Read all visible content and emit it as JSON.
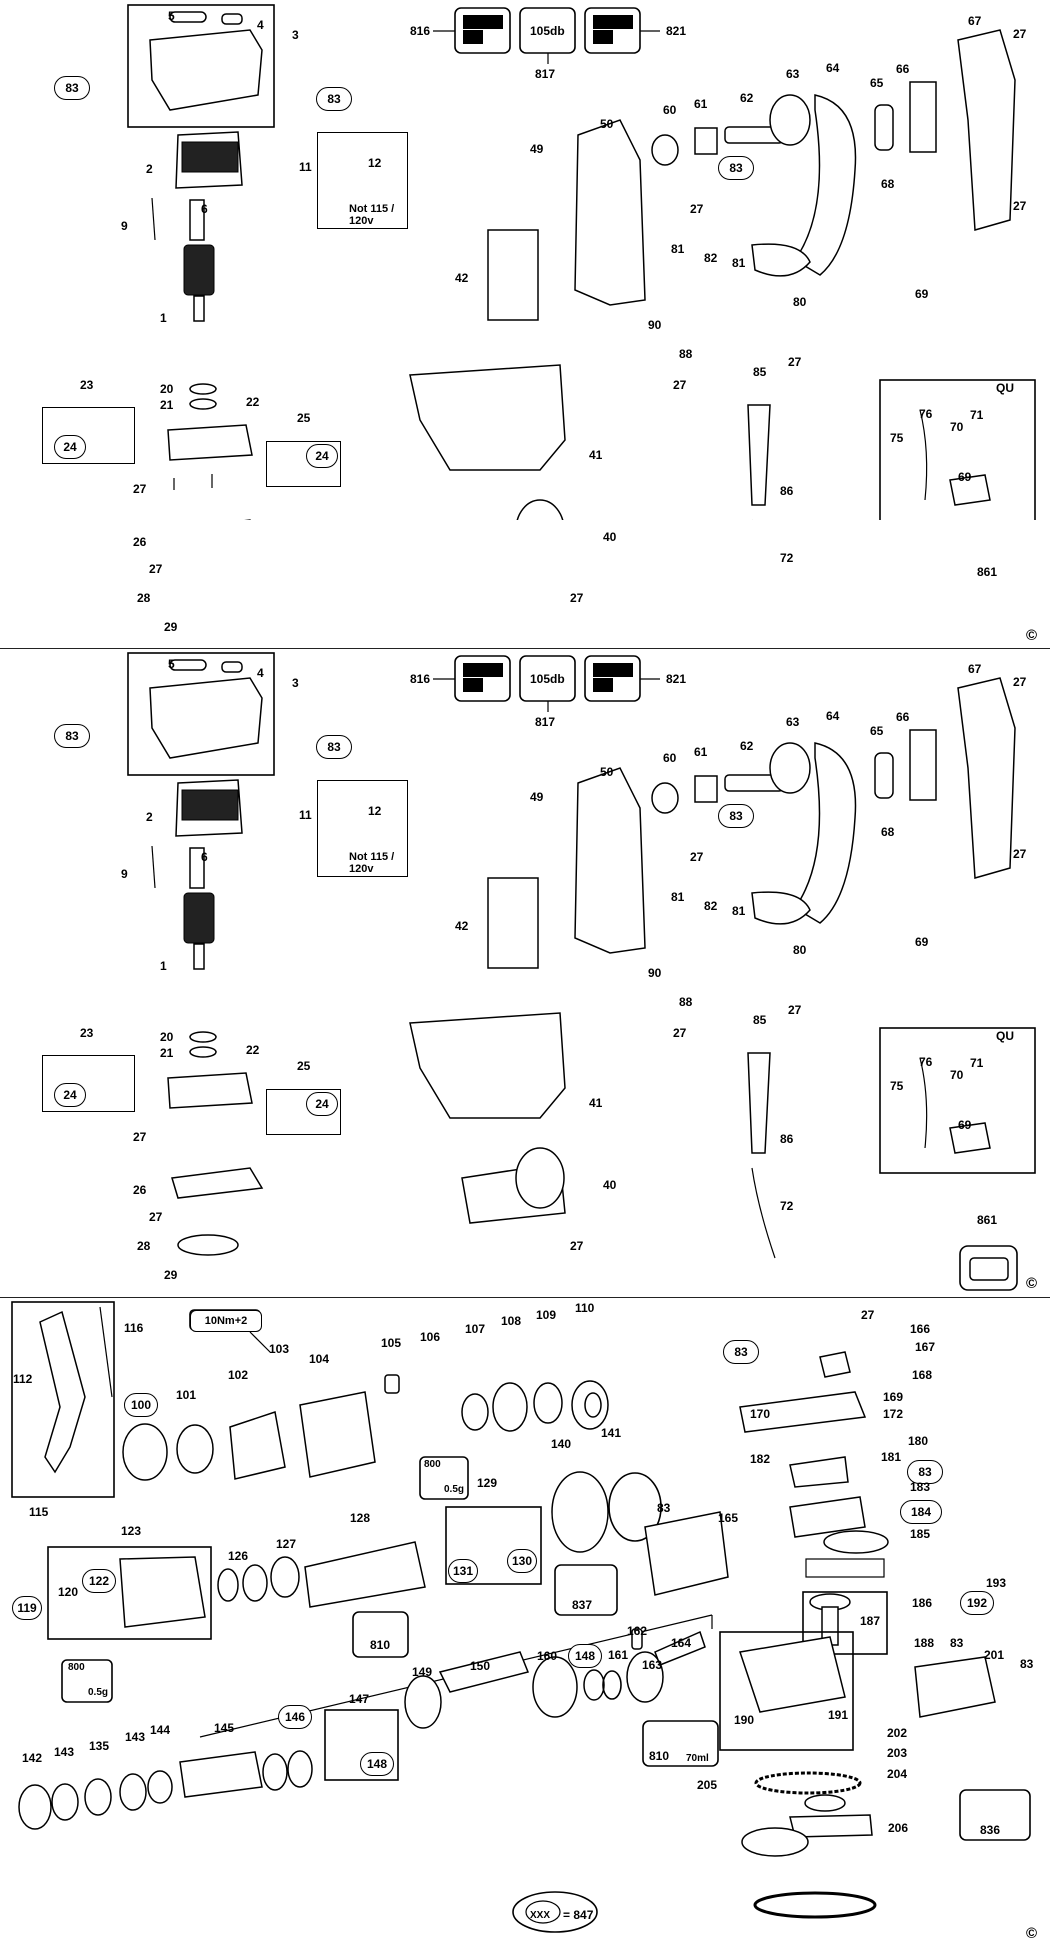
{
  "copyright_symbol": "©",
  "top": {
    "labels": {
      "p5": "5",
      "p4": "4",
      "p3": "3",
      "p83a": "83",
      "p83b": "83",
      "p2": "2",
      "p11": "11",
      "p12": "12",
      "p9": "9",
      "p6": "6",
      "p1": "1",
      "p20": "20",
      "p21": "21",
      "p22": "22",
      "p23": "23",
      "p24a": "24",
      "p25": "25",
      "p24b": "24",
      "p27a": "27",
      "p26": "26",
      "p27b": "27",
      "p28": "28",
      "p29": "29",
      "p816": "816",
      "p105db": "105db",
      "p821": "821",
      "p817": "817",
      "p49": "49",
      "p50": "50",
      "p60": "60",
      "p61": "61",
      "p62": "62",
      "p63": "63",
      "p64": "64",
      "p65": "65",
      "p66": "66",
      "p67": "67",
      "p27c": "27",
      "p83c": "83",
      "p27d": "27",
      "p68": "68",
      "p27e": "27",
      "p42": "42",
      "p81a": "81",
      "p82": "82",
      "p81b": "81",
      "p80": "80",
      "p69": "69",
      "p90": "90",
      "p88": "88",
      "p27f": "27",
      "p85": "85",
      "p27g": "27",
      "p41": "41",
      "p86": "86",
      "p40": "40",
      "p72": "72",
      "p27h": "27",
      "pqu": "QU",
      "p76": "76",
      "p70": "70",
      "p71": "71",
      "p75": "75",
      "p69b": "69",
      "p861": "861"
    },
    "note": "Not 115 /\n120v"
  },
  "bottom": {
    "labels": {
      "p116": "116",
      "p112": "112",
      "p115": "115",
      "p100": "100",
      "p101": "101",
      "p102": "102",
      "p10nm": "10Nm+2",
      "p103": "103",
      "p104": "104",
      "p105": "105",
      "p106": "106",
      "p107": "107",
      "p108": "108",
      "p109": "109",
      "p110": "110",
      "p27": "27",
      "p166": "166",
      "p83a": "83",
      "p167": "167",
      "p168": "168",
      "p169": "169",
      "p170": "170",
      "p172": "172",
      "p180": "180",
      "p182": "182",
      "p181": "181",
      "p83b": "83",
      "p183": "183",
      "p184": "184",
      "p185": "185",
      "p800a": "800",
      "p05a": "0.5g",
      "p129": "129",
      "p140": "140",
      "p141": "141",
      "p83c": "83",
      "p165": "165",
      "p123": "123",
      "p126": "126",
      "p127": "127",
      "p128": "128",
      "p131": "131",
      "p130": "130",
      "p837": "837",
      "p186": "186",
      "p187": "187",
      "p193": "193",
      "p192": "192",
      "p119": "119",
      "p120": "120",
      "p122": "122",
      "p810a": "810",
      "p188": "188",
      "p800b": "800",
      "p05b": "0.5g",
      "p162": "162",
      "p164": "164",
      "p148a": "148",
      "p161": "161",
      "p163": "163",
      "p83d": "83",
      "p201": "201",
      "p83e": "83",
      "p149": "149",
      "p150": "150",
      "p160": "160",
      "p190": "190",
      "p191": "191",
      "p147": "147",
      "p146": "146",
      "p144": "144",
      "p143a": "143",
      "p145": "145",
      "p148b": "148",
      "p810b": "810",
      "p70ml": "70ml",
      "p202": "202",
      "p203": "203",
      "p204": "204",
      "p836": "836",
      "p142": "142",
      "p143b": "143",
      "p135": "135",
      "p205": "205",
      "p206": "206",
      "xxx": "XXX",
      "p847": "= 847"
    }
  }
}
